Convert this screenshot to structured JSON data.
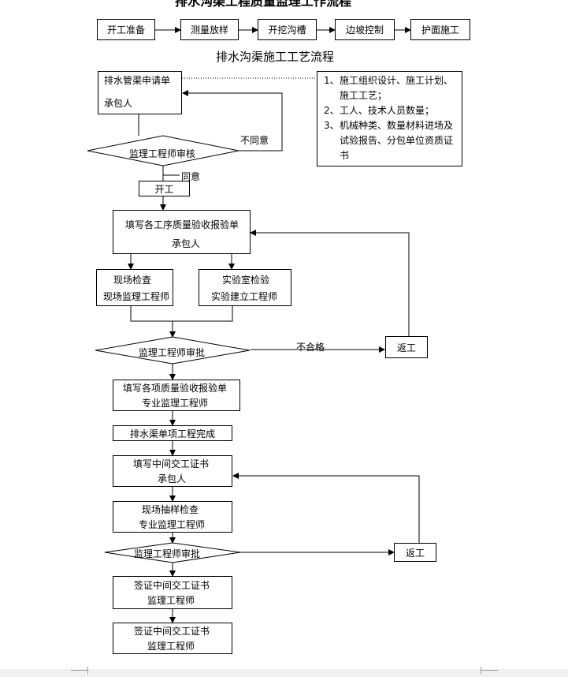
{
  "doc_title": "排水沟渠工程质量监理工作流程",
  "top_flow": [
    "开工准备",
    "测量放样",
    "开挖沟槽",
    "边坡控制",
    "护面施工"
  ],
  "section_title": "排水沟渠施工工艺流程",
  "nodes": {
    "apply": {
      "title": "排水管渠申请单",
      "role": "承包人"
    },
    "review": "监理工程师审核",
    "start": "开工",
    "fill_forms": {
      "title": "填写各工序质量验收报验单",
      "role": "承包人"
    },
    "site_check": {
      "title": "现场检查",
      "role": "现场监理工程师"
    },
    "lab_test": {
      "title": "实验室检验",
      "role": "实验建立工程师"
    },
    "approve1": "监理工程师审批",
    "rework1": "返工",
    "fill_items": {
      "title": "填写各项质量验收报验单",
      "role": "专业监理工程师"
    },
    "complete": "排水渠单项工程完成",
    "fill_interim": {
      "title": "填写中间交工证书",
      "role": "承包人"
    },
    "sampling": {
      "title": "现场抽样检查",
      "role": "专业监理工程师"
    },
    "approve2": "监理工程师审批",
    "rework2": "返工",
    "sign1": {
      "title": "签证中间交工证书",
      "role": "监理工程师"
    },
    "sign2": {
      "title": "签证中间交工证书",
      "role": "监理工程师"
    }
  },
  "edge_labels": {
    "disagree": "不同意",
    "agree": "同意",
    "fail": "不合格"
  },
  "notes": [
    {
      "num": "1、",
      "text": "施工组织设计、施工计划、施工工艺；"
    },
    {
      "num": "2、",
      "text": "工人、技术人员数量；"
    },
    {
      "num": "3、",
      "text": "机械种类、数量材料进场及试验报告、分包单位资质证书"
    }
  ]
}
